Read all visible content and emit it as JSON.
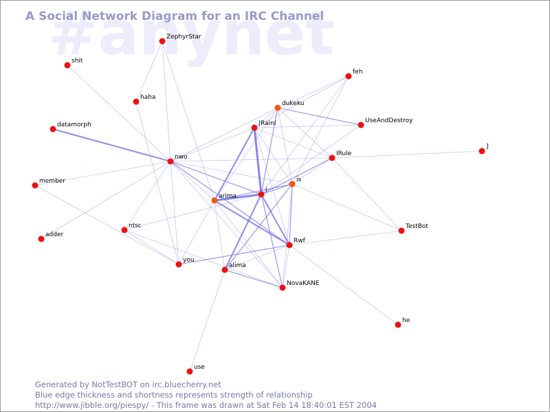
{
  "watermark": "#anynet",
  "title": "A Social Network Diagram for an IRC Channel",
  "footer": {
    "line1": "Generated by NotTestBOT on irc.bluecherry.net",
    "line2": "Blue edge thickness and shortness represents strength of relationship",
    "line3": "http://www.jibble.org/piespy/ - This frame was drawn at Sat Feb 14 18:40:01 EST 2004"
  },
  "colors": {
    "node": "#ee1111",
    "node_active": "#f05a10",
    "edge": "#7777ee",
    "title": "#9999cc",
    "watermark": "#ececfa",
    "footer": "#7777aa"
  },
  "nodes": [
    {
      "id": "ZephyrStar",
      "label": "ZephyrStar"
    },
    {
      "id": "shit",
      "label": "shit"
    },
    {
      "id": "haha",
      "label": "haha"
    },
    {
      "id": "feh",
      "label": "feh"
    },
    {
      "id": "dukeku",
      "label": "dukeku"
    },
    {
      "id": "UseAndDestroy",
      "label": "UseAndDestroy"
    },
    {
      "id": "datamorph",
      "label": "datamorph"
    },
    {
      "id": "IRainI",
      "label": "|RainI"
    },
    {
      "id": "nwo",
      "label": "nwo"
    },
    {
      "id": "IRule",
      "label": "IRule"
    },
    {
      "id": "bracket",
      "label": "]"
    },
    {
      "id": "member",
      "label": "member"
    },
    {
      "id": "is",
      "label": "is"
    },
    {
      "id": "i",
      "label": "i"
    },
    {
      "id": "arima",
      "label": "arima"
    },
    {
      "id": "ntsc",
      "label": "ntsc"
    },
    {
      "id": "TestBot",
      "label": "TestBot"
    },
    {
      "id": "adder",
      "label": "adder"
    },
    {
      "id": "Rwf",
      "label": "Rwf"
    },
    {
      "id": "you",
      "label": "you"
    },
    {
      "id": "alima",
      "label": "alima"
    },
    {
      "id": "NovaKANE",
      "label": "NovaKANE"
    },
    {
      "id": "he",
      "label": "he"
    },
    {
      "id": "use",
      "label": "use"
    }
  ],
  "edges": [
    {
      "source": "ZephyrStar",
      "target": "nwo",
      "weight": 1
    },
    {
      "source": "ZephyrStar",
      "target": "haha",
      "weight": 1
    },
    {
      "source": "ZephyrStar",
      "target": "arima",
      "weight": 1
    },
    {
      "source": "shit",
      "target": "nwo",
      "weight": 1
    },
    {
      "source": "haha",
      "target": "you",
      "weight": 1
    },
    {
      "source": "datamorph",
      "target": "nwo",
      "weight": 3
    },
    {
      "source": "nwo",
      "target": "dukeku",
      "weight": 1
    },
    {
      "source": "nwo",
      "target": "IRainI",
      "weight": 1
    },
    {
      "source": "nwo",
      "target": "IRule",
      "weight": 1
    },
    {
      "source": "nwo",
      "target": "i",
      "weight": 2
    },
    {
      "source": "nwo",
      "target": "is",
      "weight": 1
    },
    {
      "source": "nwo",
      "target": "arima",
      "weight": 1
    },
    {
      "source": "nwo",
      "target": "Rwf",
      "weight": 2
    },
    {
      "source": "nwo",
      "target": "member",
      "weight": 1
    },
    {
      "source": "nwo",
      "target": "adder",
      "weight": 1
    },
    {
      "source": "nwo",
      "target": "ntsc",
      "weight": 1
    },
    {
      "source": "nwo",
      "target": "you",
      "weight": 1
    },
    {
      "source": "nwo",
      "target": "NovaKANE",
      "weight": 1
    },
    {
      "source": "feh",
      "target": "dukeku",
      "weight": 1
    },
    {
      "source": "feh",
      "target": "is",
      "weight": 1
    },
    {
      "source": "feh",
      "target": "IRainI",
      "weight": 1
    },
    {
      "source": "feh",
      "target": "i",
      "weight": 1
    },
    {
      "source": "dukeku",
      "target": "UseAndDestroy",
      "weight": 2
    },
    {
      "source": "dukeku",
      "target": "IRainI",
      "weight": 1
    },
    {
      "source": "dukeku",
      "target": "IRule",
      "weight": 1
    },
    {
      "source": "dukeku",
      "target": "i",
      "weight": 2
    },
    {
      "source": "dukeku",
      "target": "is",
      "weight": 1
    },
    {
      "source": "dukeku",
      "target": "arima",
      "weight": 1
    },
    {
      "source": "UseAndDestroy",
      "target": "i",
      "weight": 1
    },
    {
      "source": "UseAndDestroy",
      "target": "IRainI",
      "weight": 1
    },
    {
      "source": "IRainI",
      "target": "i",
      "weight": 4
    },
    {
      "source": "IRainI",
      "target": "arima",
      "weight": 3
    },
    {
      "source": "IRainI",
      "target": "is",
      "weight": 1
    },
    {
      "source": "IRainI",
      "target": "Rwf",
      "weight": 1
    },
    {
      "source": "IRainI",
      "target": "IRule",
      "weight": 1
    },
    {
      "source": "IRule",
      "target": "bracket",
      "weight": 1
    },
    {
      "source": "IRule",
      "target": "i",
      "weight": 2
    },
    {
      "source": "IRule",
      "target": "is",
      "weight": 1
    },
    {
      "source": "IRule",
      "target": "TestBot",
      "weight": 1
    },
    {
      "source": "member",
      "target": "you",
      "weight": 1
    },
    {
      "source": "is",
      "target": "i",
      "weight": 2
    },
    {
      "source": "is",
      "target": "arima",
      "weight": 2
    },
    {
      "source": "is",
      "target": "Rwf",
      "weight": 2
    },
    {
      "source": "is",
      "target": "alima",
      "weight": 2
    },
    {
      "source": "is",
      "target": "NovaKANE",
      "weight": 1
    },
    {
      "source": "is",
      "target": "TestBot",
      "weight": 1
    },
    {
      "source": "i",
      "target": "arima",
      "weight": 4
    },
    {
      "source": "i",
      "target": "alima",
      "weight": 3
    },
    {
      "source": "i",
      "target": "Rwf",
      "weight": 3
    },
    {
      "source": "i",
      "target": "NovaKANE",
      "weight": 2
    },
    {
      "source": "i",
      "target": "ntsc",
      "weight": 1
    },
    {
      "source": "arima",
      "target": "Rwf",
      "weight": 3
    },
    {
      "source": "arima",
      "target": "you",
      "weight": 1
    },
    {
      "source": "arima",
      "target": "NovaKANE",
      "weight": 1
    },
    {
      "source": "arima",
      "target": "alima",
      "weight": 1
    },
    {
      "source": "ntsc",
      "target": "NovaKANE",
      "weight": 1
    },
    {
      "source": "ntsc",
      "target": "you",
      "weight": 1
    },
    {
      "source": "Rwf",
      "target": "TestBot",
      "weight": 1
    },
    {
      "source": "Rwf",
      "target": "you",
      "weight": 2
    },
    {
      "source": "Rwf",
      "target": "alima",
      "weight": 1
    },
    {
      "source": "Rwf",
      "target": "NovaKANE",
      "weight": 1
    },
    {
      "source": "Rwf",
      "target": "he",
      "weight": 1
    },
    {
      "source": "alima",
      "target": "NovaKANE",
      "weight": 2
    },
    {
      "source": "alima",
      "target": "use",
      "weight": 1
    }
  ]
}
